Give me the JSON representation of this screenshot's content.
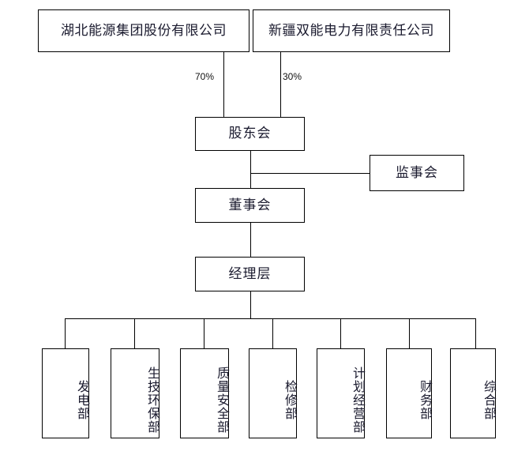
{
  "diagram": {
    "type": "org-chart",
    "title": "",
    "background_color": "#ffffff",
    "line_color": "#000000",
    "text_color": "#1a1a2e",
    "shareholders": [
      {
        "id": "shareholder-1",
        "label": "湖北能源集团股份有限公司",
        "stake": "70%"
      },
      {
        "id": "shareholder-2",
        "label": "新疆双能电力有限责任公司",
        "stake": "30%"
      }
    ],
    "governance": [
      {
        "id": "shareholders-meeting",
        "label": "股东会"
      },
      {
        "id": "supervisory-board",
        "label": "监事会"
      },
      {
        "id": "board-of-directors",
        "label": "董事会"
      },
      {
        "id": "management-layer",
        "label": "经理层"
      }
    ],
    "departments": [
      {
        "id": "dept-power-generation",
        "label": "发电部"
      },
      {
        "id": "dept-production-environment",
        "label": "生技环保部"
      },
      {
        "id": "dept-quality-safety",
        "label": "质量安全部"
      },
      {
        "id": "dept-maintenance",
        "label": "检修部"
      },
      {
        "id": "dept-planning-operation",
        "label": "计划经营部"
      },
      {
        "id": "dept-finance",
        "label": "财务部"
      },
      {
        "id": "dept-general-affairs",
        "label": "综合部"
      }
    ],
    "edge_labels": [
      {
        "id": "stake-70",
        "text": "70%"
      },
      {
        "id": "stake-30",
        "text": "30%"
      }
    ]
  }
}
